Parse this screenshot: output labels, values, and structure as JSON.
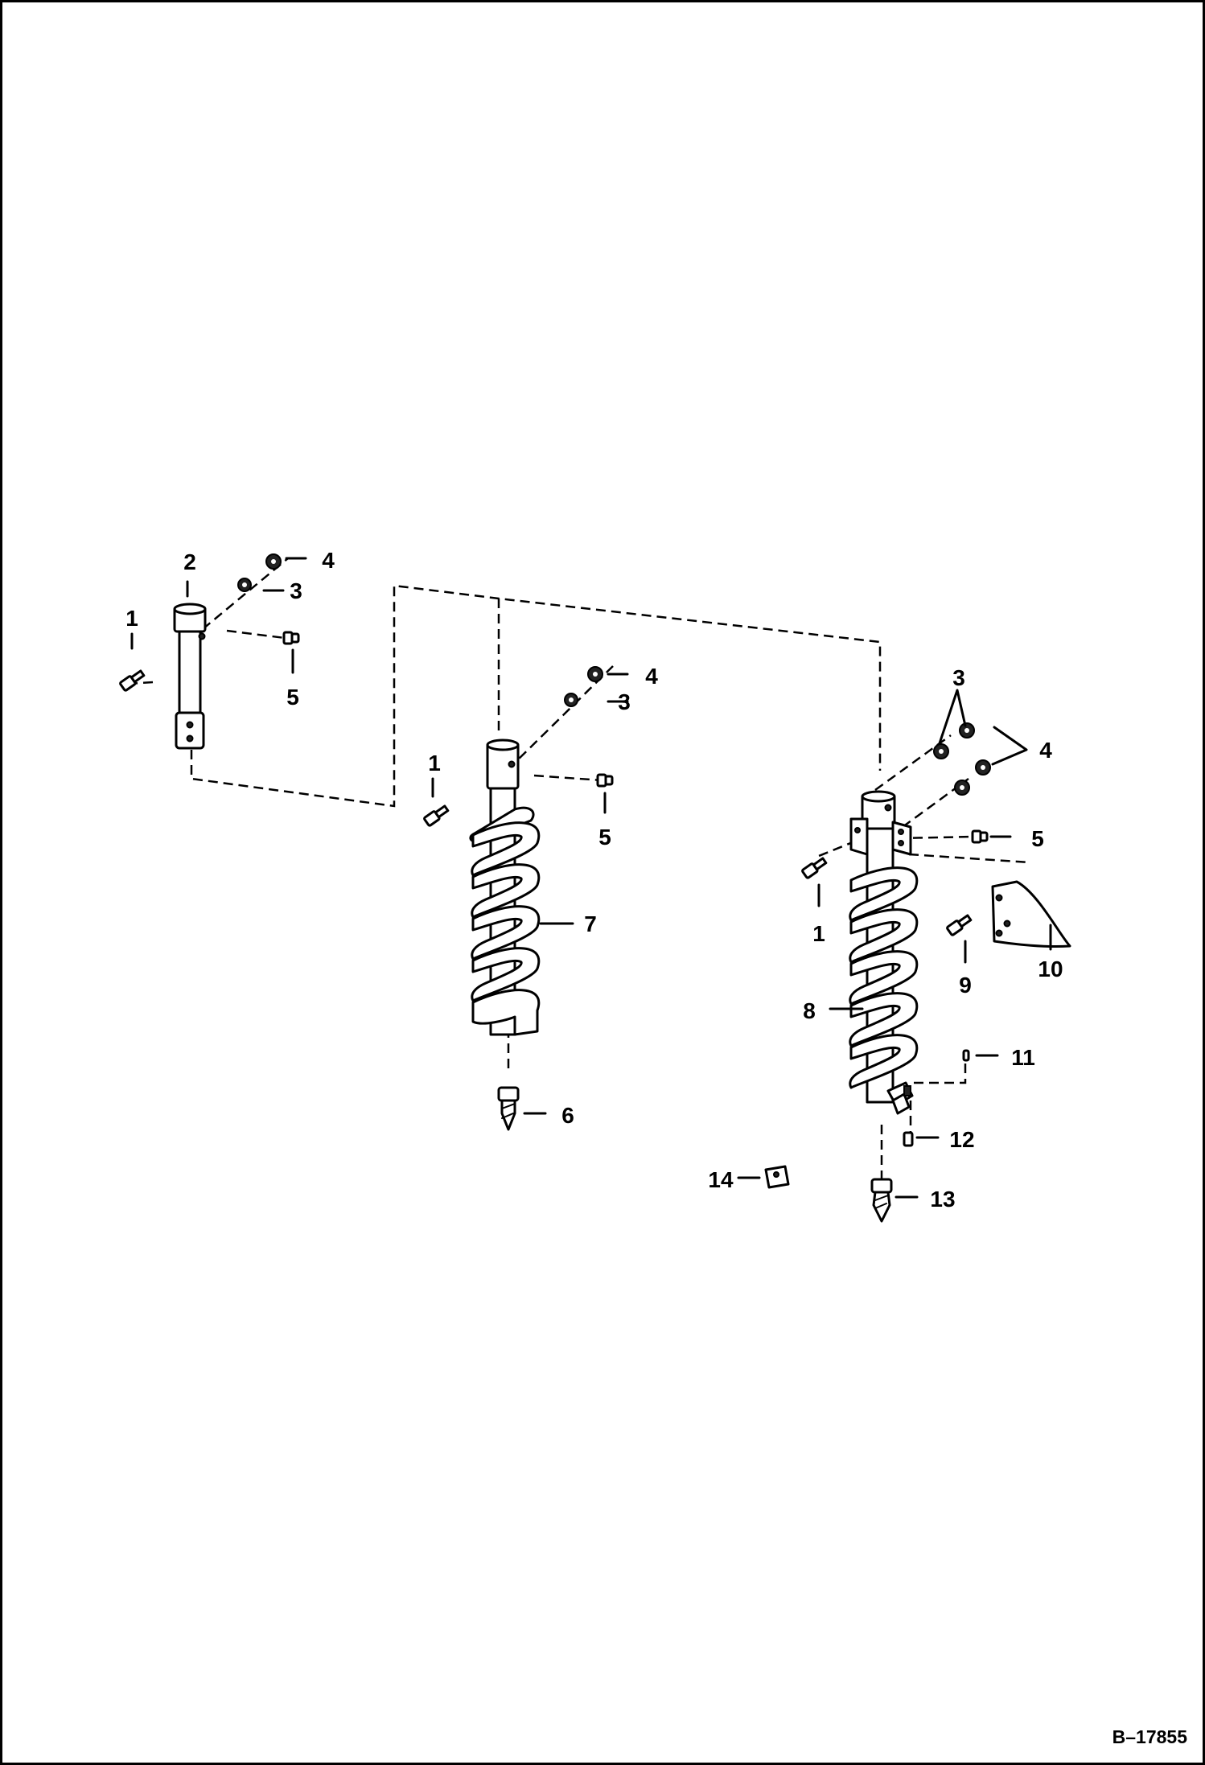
{
  "document_id": "B–17855",
  "callouts": {
    "a1": "1",
    "a2": "2",
    "a3": "3",
    "a4": "4",
    "a5": "5",
    "b1": "1",
    "b3": "3",
    "b4": "4",
    "b5": "5",
    "b6": "6",
    "b7": "7",
    "c1": "1",
    "c3": "3",
    "c4": "4",
    "c5": "5",
    "c8": "8",
    "c9": "9",
    "c10": "10",
    "c11": "11",
    "c12": "12",
    "c13": "13",
    "c14": "14"
  }
}
